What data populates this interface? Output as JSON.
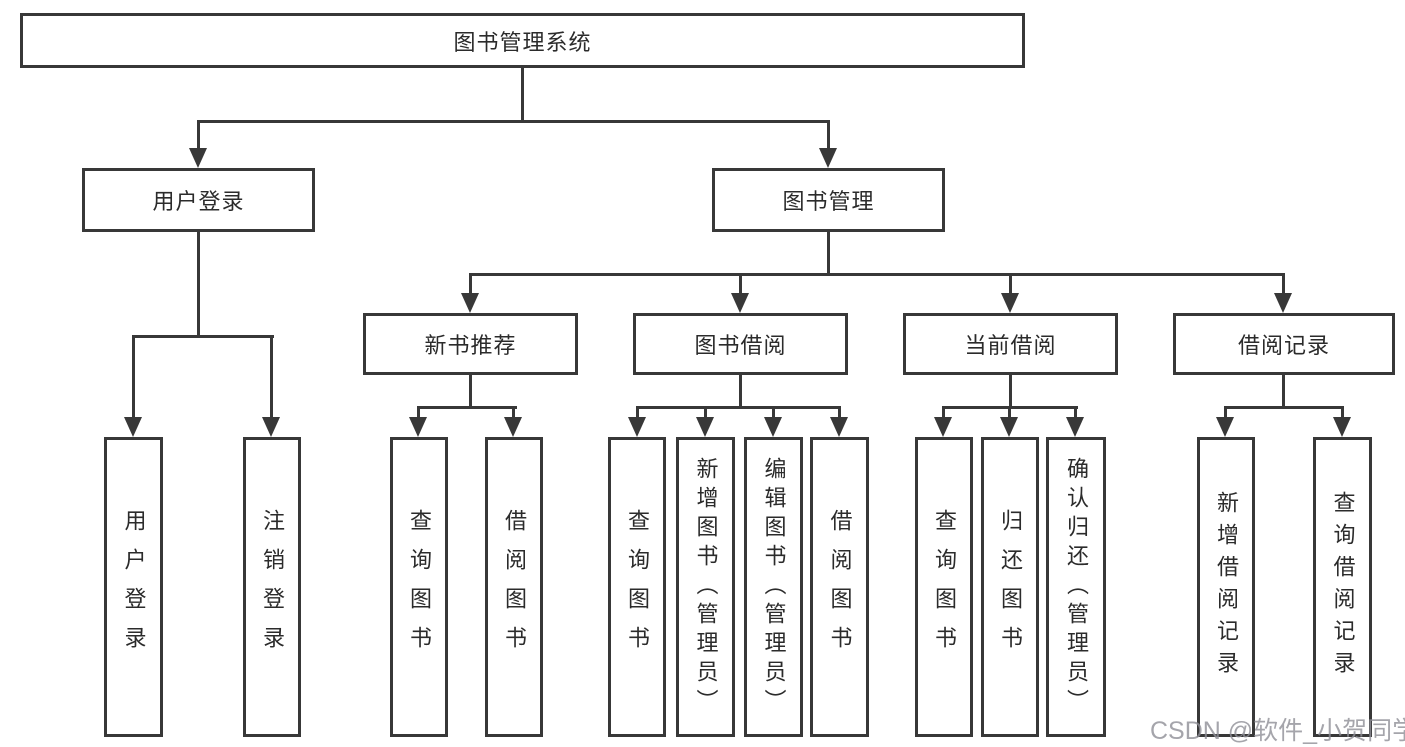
{
  "tree": {
    "root": "图书管理系统",
    "branches": [
      {
        "label": "用户登录",
        "children": [
          "用户登录",
          "注销登录"
        ]
      },
      {
        "label": "图书管理",
        "children": [
          {
            "label": "新书推荐",
            "children": [
              "查询图书",
              "借阅图书"
            ]
          },
          {
            "label": "图书借阅",
            "children": [
              "查询图书",
              "新增图书（管理员）",
              "编辑图书（管理员）",
              "借阅图书"
            ]
          },
          {
            "label": "当前借阅",
            "children": [
              "查询图书",
              "归还图书",
              "确认归还（管理员）"
            ]
          },
          {
            "label": "借阅记录",
            "children": [
              "新增借阅记录",
              "查询借阅记录"
            ]
          }
        ]
      }
    ]
  },
  "watermark": {
    "text": "CSDN @软件_小贺同学"
  },
  "colors": {
    "line": "#383838",
    "text": "#2b2b2b",
    "watermark": "#8f8f97",
    "background": "#ffffff"
  }
}
